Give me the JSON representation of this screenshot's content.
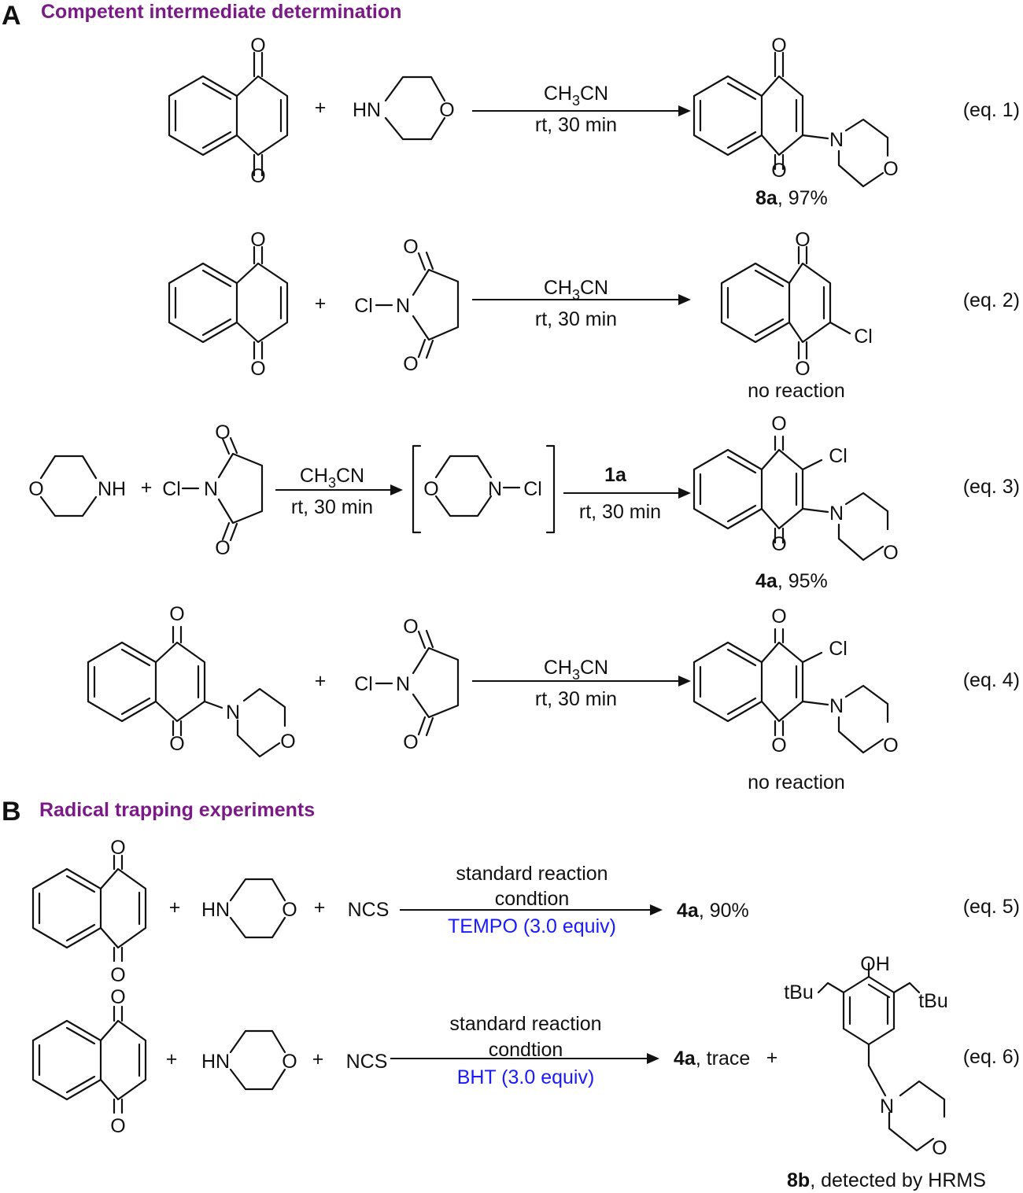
{
  "section_a": {
    "letter": "A",
    "title": "Competent intermediate determination"
  },
  "section_b": {
    "letter": "B",
    "title": "Radical trapping experiments"
  },
  "colors": {
    "section_title": "#7a1a86",
    "additive": "#1a1aff",
    "ink": "#111111"
  },
  "atoms": {
    "O": "O",
    "N": "N",
    "HN": "HN",
    "NH": "NH",
    "Cl": "Cl",
    "OH": "OH",
    "tBu": "tBu",
    "NCS": "NCS"
  },
  "symbols": {
    "plus": "+"
  },
  "reactions": [
    {
      "solvent": "CH",
      "solvent_sub": "3",
      "solvent_tail": "CN",
      "conditions": "rt, 30 min",
      "product_code": "8a",
      "product_note": ", 97%",
      "equation": "(eq. 1)"
    },
    {
      "solvent": "CH",
      "solvent_sub": "3",
      "solvent_tail": "CN",
      "conditions": "rt, 30 min",
      "result": "no reaction",
      "equation": "(eq. 2)"
    },
    {
      "solvent": "CH",
      "solvent_sub": "3",
      "solvent_tail": "CN",
      "conditions": "rt, 30 min",
      "reagent2": "1a",
      "conditions2": "rt, 30 min",
      "product_code": "4a",
      "product_note": ", 95%",
      "equation": "(eq. 3)"
    },
    {
      "solvent": "CH",
      "solvent_sub": "3",
      "solvent_tail": "CN",
      "conditions": "rt, 30 min",
      "result": "no reaction",
      "equation": "(eq. 4)"
    },
    {
      "cond_line1": "standard reaction",
      "cond_line2": "condtion",
      "additive": "TEMPO (3.0 equiv)",
      "product_code": "4a",
      "product_note": ", 90%",
      "equation": "(eq. 5)"
    },
    {
      "cond_line1": "standard reaction",
      "cond_line2": "condtion",
      "additive": "BHT (3.0 equiv)",
      "product_code": "4a",
      "product_note": ", trace",
      "byproduct_code": "8b",
      "byproduct_note": ", detected by HRMS",
      "equation": "(eq. 6)"
    }
  ]
}
